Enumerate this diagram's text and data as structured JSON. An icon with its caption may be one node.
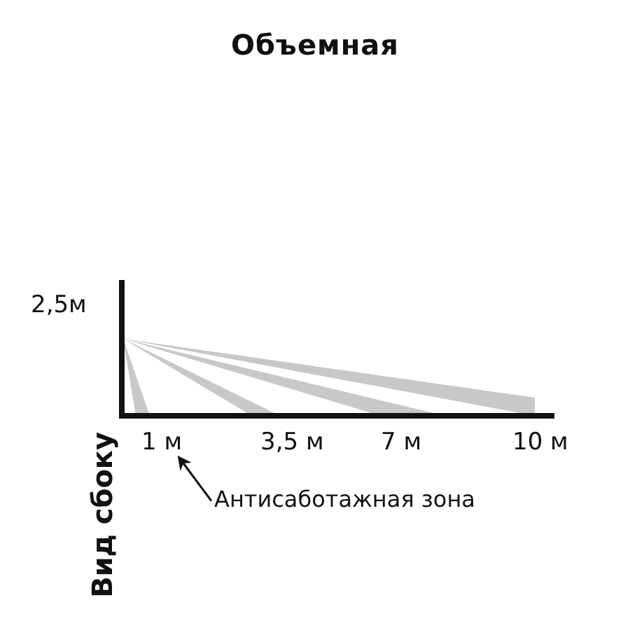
{
  "diagram": {
    "title": "Объемная",
    "nodes": [
      {
        "text": [
          "Антисаботажная зона"
        ]
      },
      {
        "text": [
          "1 м"
        ]
      }
    ],
    "edges": [
      {
        "from": 0,
        "to": 1,
        "arrow": "to"
      }
    ],
    "labels": [
      "2,5м",
      "3,5 м",
      "7 м",
      "10 м",
      "Вид сбоку"
    ]
  }
}
